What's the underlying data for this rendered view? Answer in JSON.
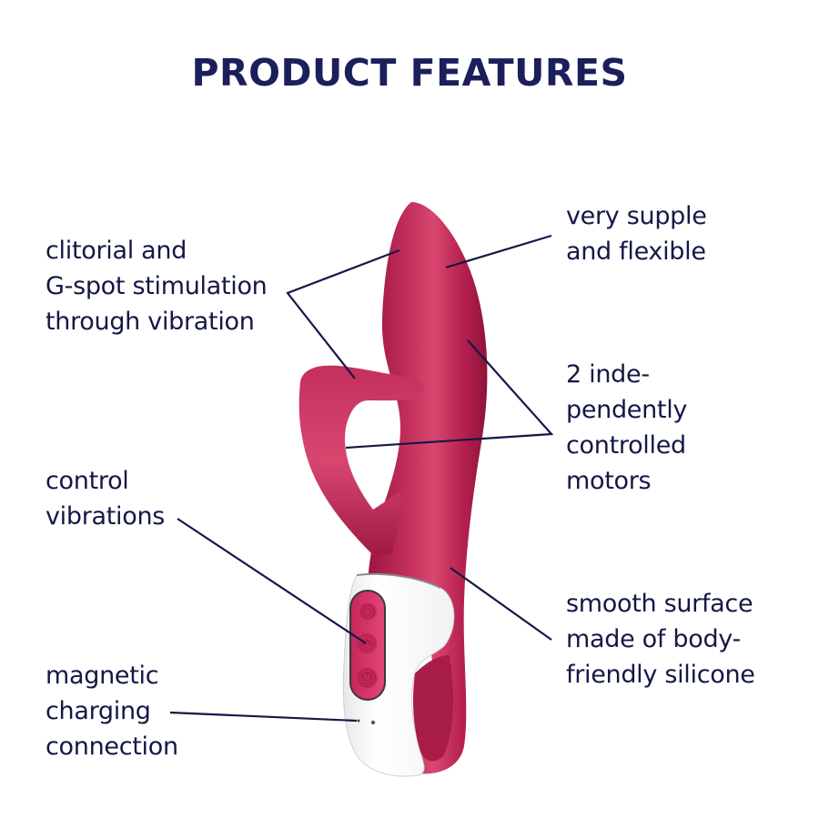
{
  "title": "PRODUCT FEATURES",
  "colors": {
    "title": "#1b1f5b",
    "text": "#141846",
    "line": "#141846",
    "product_body": "#b5204f",
    "product_highlight": "#d9406e",
    "handle": "#ffffff"
  },
  "features": {
    "stimulation": {
      "lines": [
        "clitorial and",
        "G-spot stimulation",
        "through vibration"
      ]
    },
    "supple": {
      "lines": [
        "very supple",
        "and flexible"
      ]
    },
    "motors": {
      "lines": [
        "2 inde-",
        "pendently",
        "controlled",
        "motors"
      ]
    },
    "control": {
      "lines": [
        "control",
        "vibrations"
      ]
    },
    "surface": {
      "lines": [
        "smooth surface",
        "made of body-",
        "friendly silicone"
      ]
    },
    "charging": {
      "lines": [
        "magnetic",
        "charging",
        "connection"
      ]
    }
  }
}
